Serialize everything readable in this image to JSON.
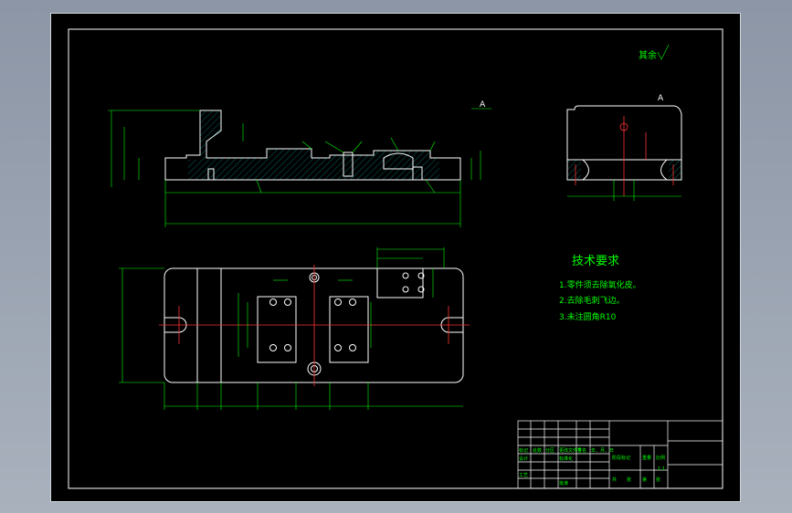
{
  "drawing": {
    "roughness_note": "其余",
    "section_label_left": "A",
    "section_label_right": "A",
    "tech_requirements": {
      "title": "技术要求",
      "items": [
        "1.零件须去除氧化皮。",
        "2.去除毛刺飞边。",
        "3.未注圆角R10"
      ]
    },
    "title_block": {
      "cells": [
        "标记",
        "处数",
        "分区",
        "更改文件号",
        "签名",
        "年、月、日",
        "设计",
        "标准化",
        "工艺",
        "批准",
        "阶段标记",
        "重量",
        "比例",
        "共",
        "张",
        "第",
        "张",
        "1:1"
      ]
    }
  },
  "colors": {
    "background": "#000000",
    "outline": "#ffffff",
    "dimension": "#00ff00",
    "centerline": "#ff3333",
    "hatch": "#00c8c8"
  }
}
